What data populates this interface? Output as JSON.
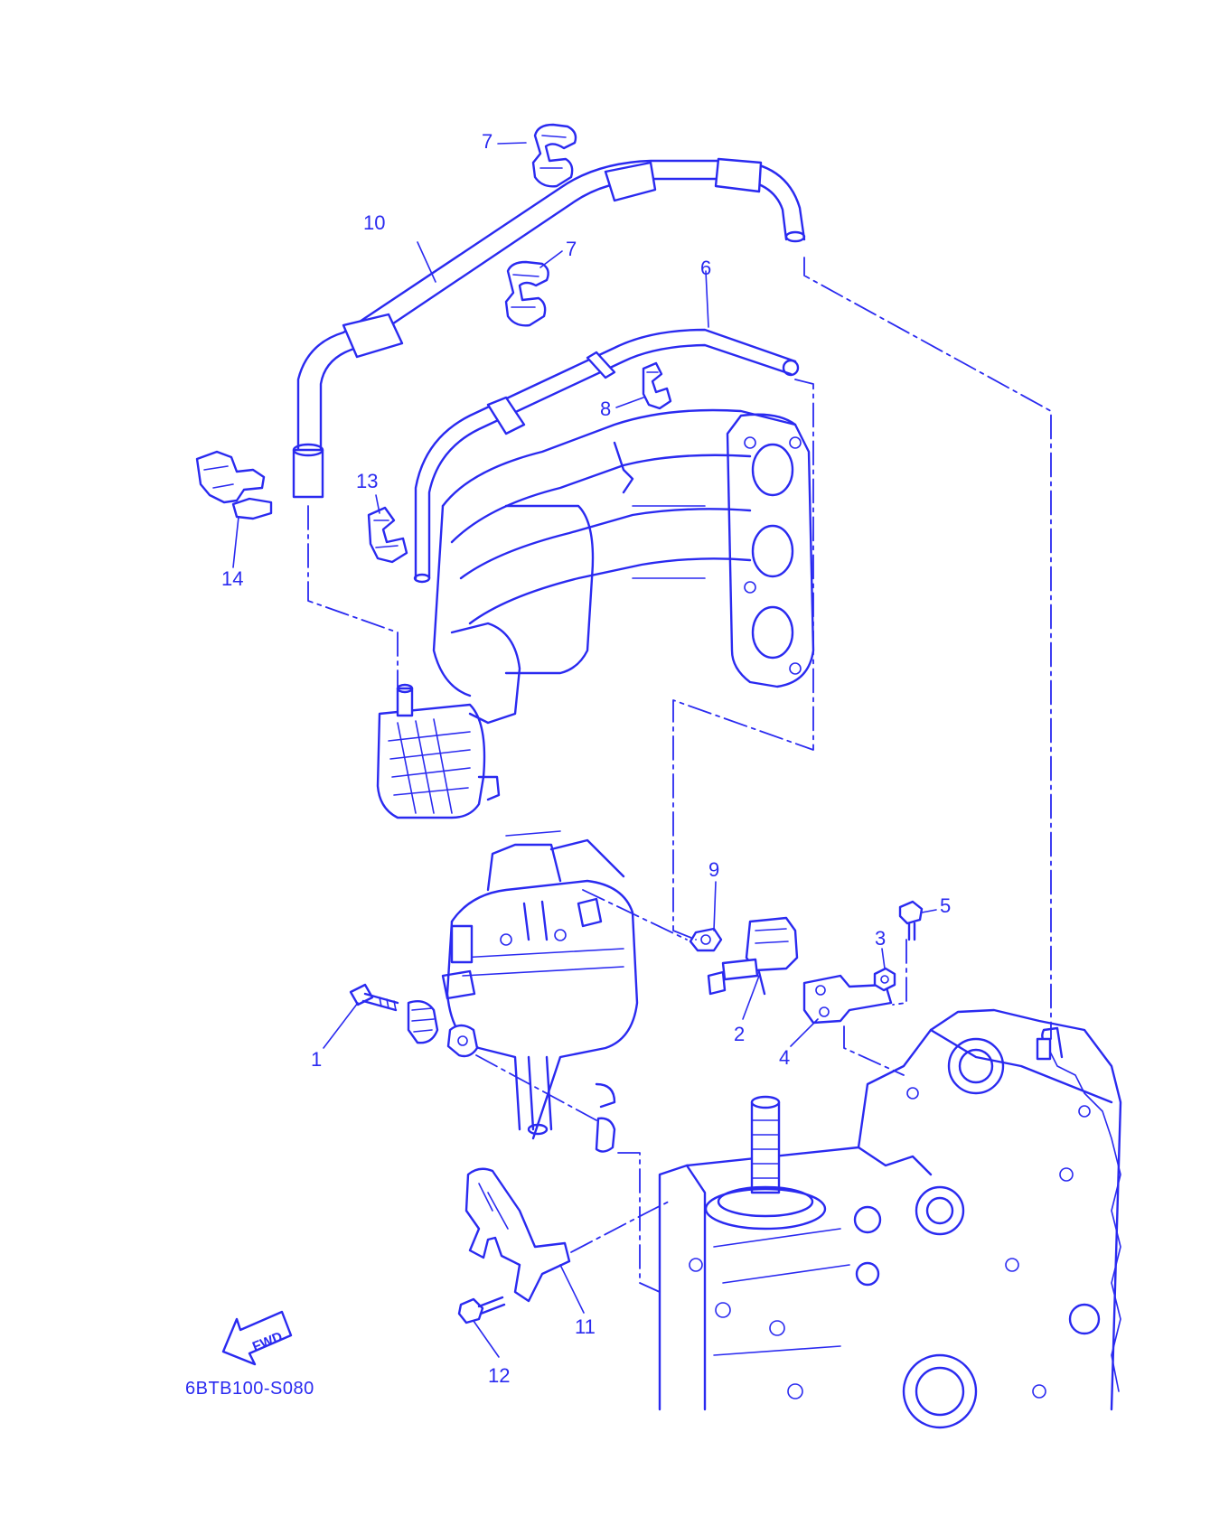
{
  "diagram": {
    "ink_color": "#2a2af0",
    "background": "#ffffff",
    "reference_code": "6BTB100-S080",
    "fwd_label": "FWD",
    "callouts": [
      {
        "id": "c7a",
        "label": "7",
        "part": "hose-clip"
      },
      {
        "id": "c10",
        "label": "10",
        "part": "hose-10"
      },
      {
        "id": "c7b",
        "label": "7",
        "part": "hose-clip"
      },
      {
        "id": "c6",
        "label": "6",
        "part": "hose-6"
      },
      {
        "id": "c8",
        "label": "8",
        "part": "hose-clip"
      },
      {
        "id": "c13",
        "label": "13",
        "part": "hose-clip"
      },
      {
        "id": "c14",
        "label": "14",
        "part": "hose-clip"
      },
      {
        "id": "c9",
        "label": "9",
        "part": "hose-clip"
      },
      {
        "id": "c5",
        "label": "5",
        "part": "bolt"
      },
      {
        "id": "c3",
        "label": "3",
        "part": "nut"
      },
      {
        "id": "c1",
        "label": "1",
        "part": "bolt-with-spring"
      },
      {
        "id": "c2",
        "label": "2",
        "part": "valve"
      },
      {
        "id": "c4",
        "label": "4",
        "part": "bracket"
      },
      {
        "id": "c11",
        "label": "11",
        "part": "bracket"
      },
      {
        "id": "c12",
        "label": "12",
        "part": "bolt"
      }
    ]
  }
}
